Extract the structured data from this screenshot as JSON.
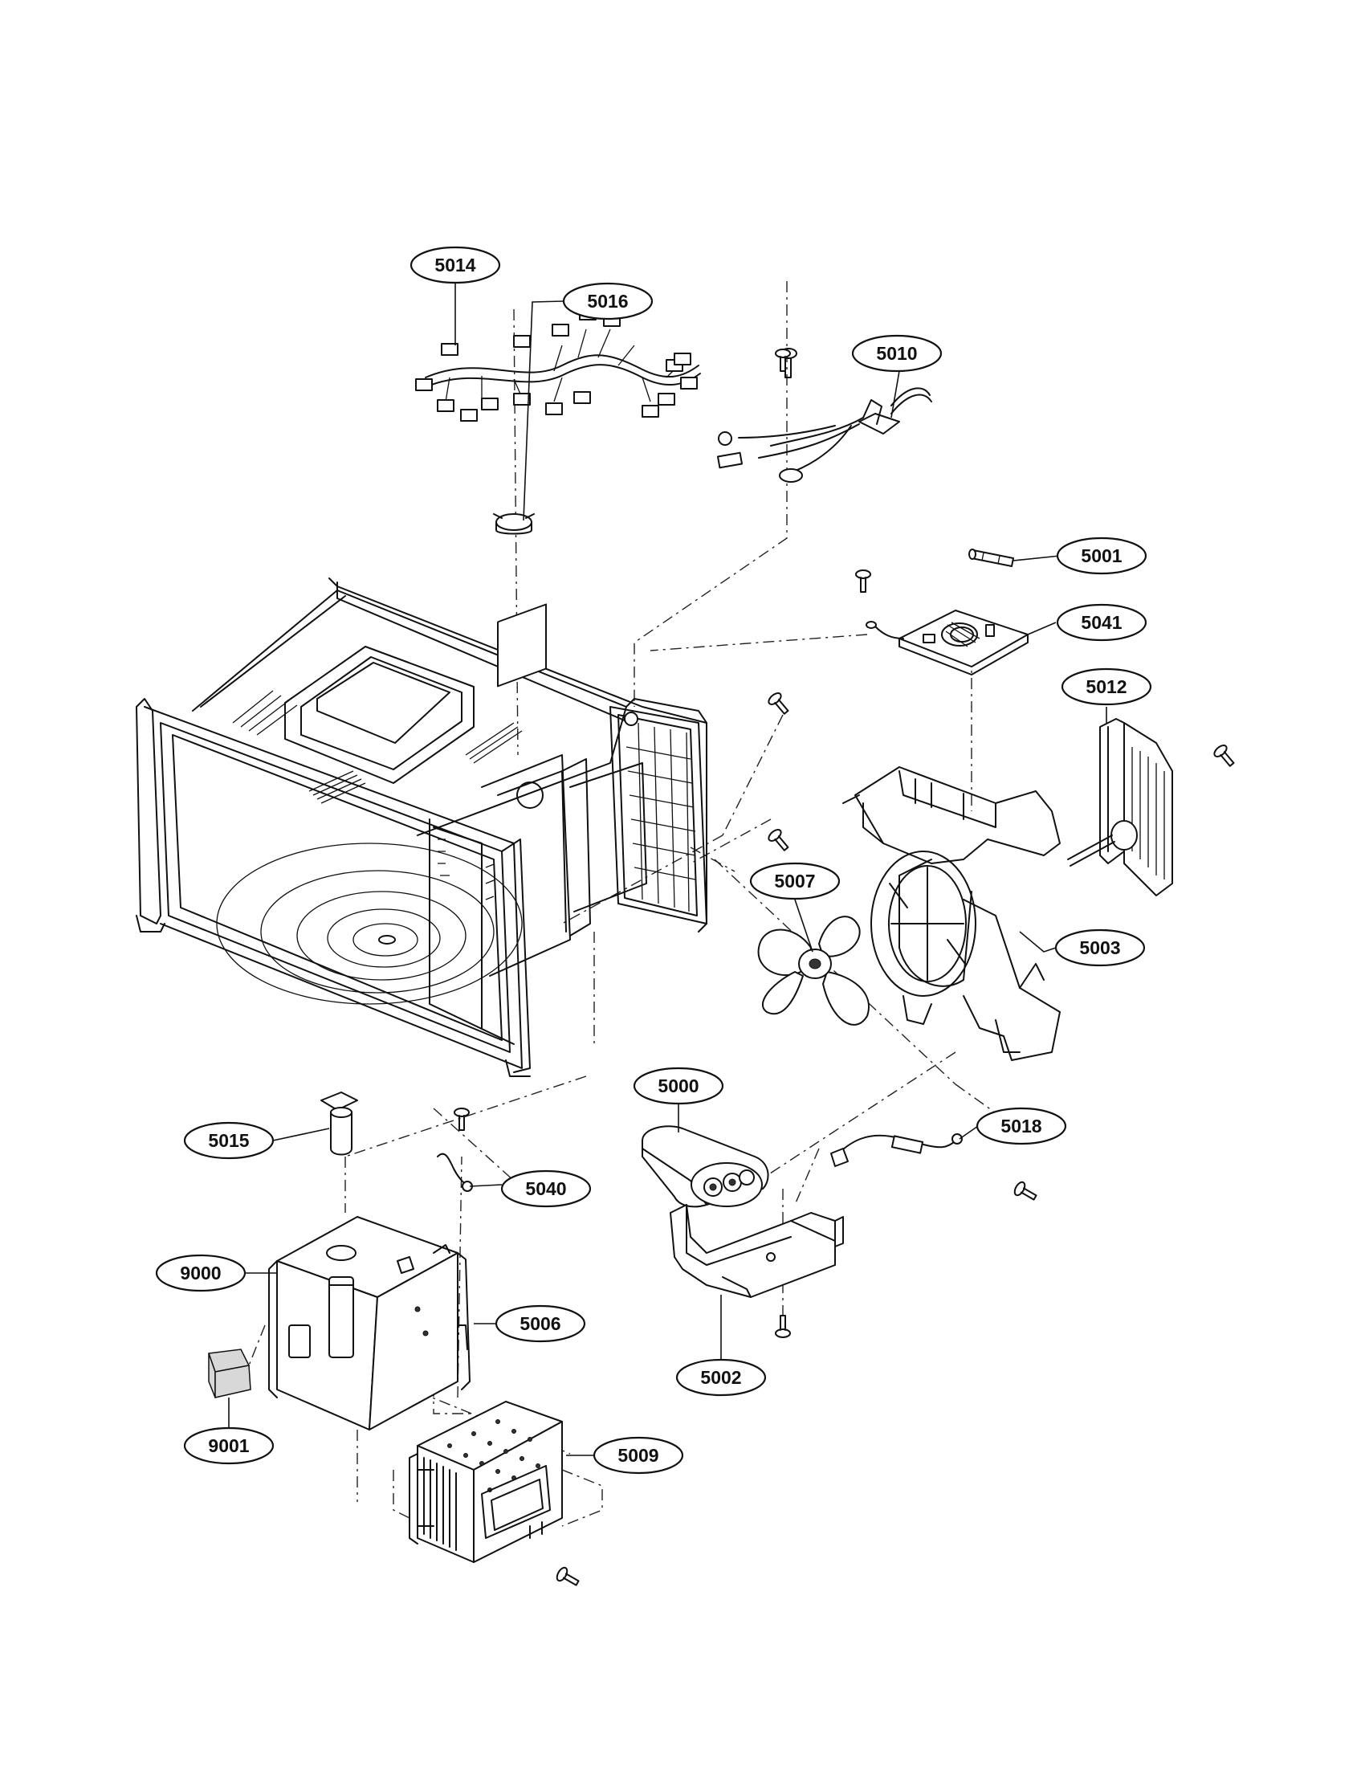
{
  "callouts": [
    {
      "id": "c5014",
      "label": "5014",
      "part": "wire-harness"
    },
    {
      "id": "c5010",
      "label": "5010",
      "part": "power-cord"
    },
    {
      "id": "c5016",
      "label": "5016",
      "part": "thermostat"
    },
    {
      "id": "c5001",
      "label": "5001",
      "part": "fuse"
    },
    {
      "id": "c5041",
      "label": "5041",
      "part": "noise-filter-board"
    },
    {
      "id": "c5012",
      "label": "5012",
      "part": "fan-motor"
    },
    {
      "id": "c5007",
      "label": "5007",
      "part": "fan-blade"
    },
    {
      "id": "c5003",
      "label": "5003",
      "part": "air-guide-bracket"
    },
    {
      "id": "c5000",
      "label": "5000",
      "part": "high-voltage-capacitor"
    },
    {
      "id": "c5018",
      "label": "5018",
      "part": "high-voltage-diode"
    },
    {
      "id": "c5015",
      "label": "5015",
      "part": "lamp-socket"
    },
    {
      "id": "c5040",
      "label": "5040",
      "part": "ground-wire"
    },
    {
      "id": "c9000",
      "label": "9000",
      "part": "chassis-bracket"
    },
    {
      "id": "c5006",
      "label": "5006",
      "part": "transformer-bracket"
    },
    {
      "id": "c5002",
      "label": "5002",
      "part": "capacitor-bracket"
    },
    {
      "id": "c9001",
      "label": "9001",
      "part": "insulator-pad"
    },
    {
      "id": "c5009",
      "label": "5009",
      "part": "magnetron"
    }
  ]
}
